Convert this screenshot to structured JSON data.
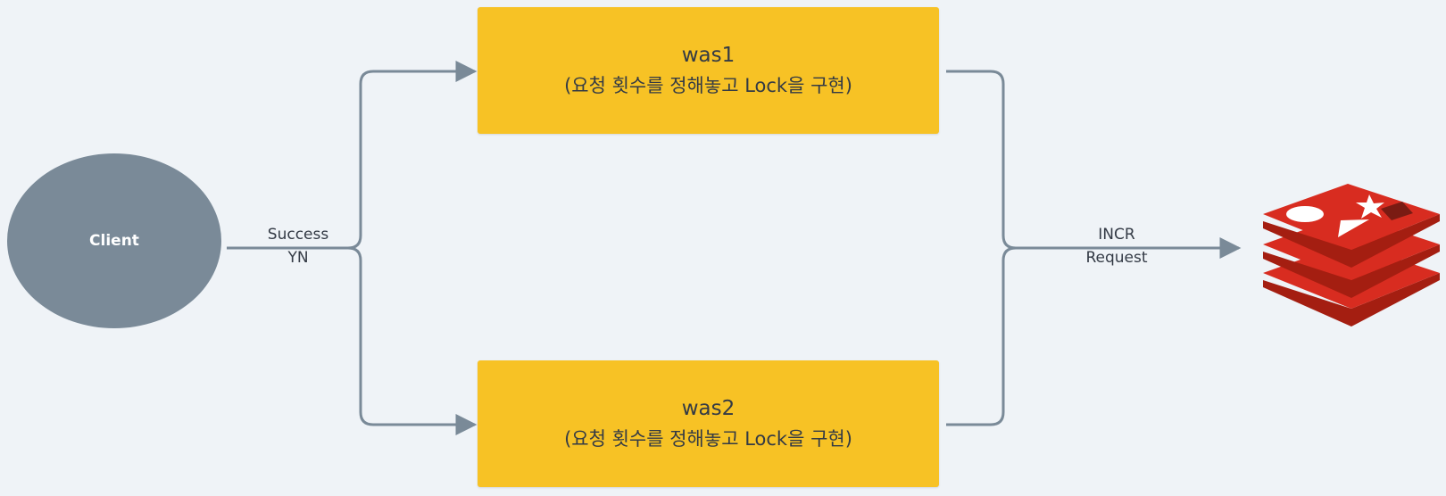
{
  "client": {
    "label": "Client"
  },
  "servers": [
    {
      "name": "was1",
      "description": "(요청 횟수를 정해놓고 Lock을 구현)"
    },
    {
      "name": "was2",
      "description": "(요청 횟수를 정해놓고 Lock을 구현)"
    }
  ],
  "edges": {
    "client_to_servers": {
      "line1": "Success",
      "line2": "YN"
    },
    "servers_to_redis": {
      "line1": "INCR",
      "line2": "Request"
    }
  },
  "redis": {
    "icon": "redis-logo-icon"
  },
  "colors": {
    "background": "#eff3f7",
    "client_fill": "#7a8a98",
    "server_fill": "#f7c225",
    "connector": "#7a8a98",
    "redis_red": "#d82c20"
  }
}
